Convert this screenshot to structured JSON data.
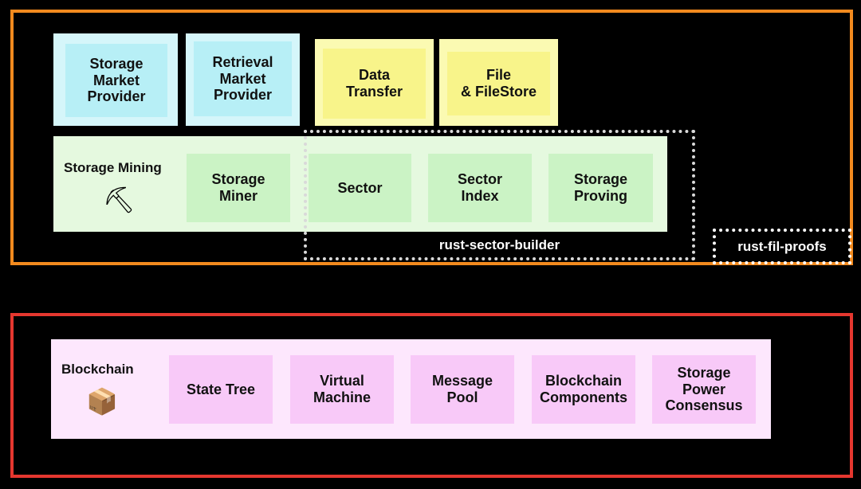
{
  "diagram": {
    "top_components": [
      {
        "label": "Storage\nMarket\nProvider"
      },
      {
        "label": "Retrieval\nMarket\nProvider"
      },
      {
        "label": "Data\nTransfer"
      },
      {
        "label": "File\n& FileStore"
      }
    ],
    "storage_mining": {
      "title": "Storage Mining",
      "icon": "pick-icon",
      "items": [
        {
          "label": "Storage\nMiner"
        },
        {
          "label": "Sector"
        },
        {
          "label": "Sector\nIndex"
        },
        {
          "label": "Storage\nProving"
        }
      ]
    },
    "rust_sector_builder": {
      "label": "rust-sector-builder"
    },
    "rust_fil_proofs": {
      "label": "rust-fil-proofs"
    },
    "blockchain": {
      "title": "Blockchain",
      "icon": "package-icon",
      "items": [
        {
          "label": "State Tree"
        },
        {
          "label": "Virtual\nMachine"
        },
        {
          "label": "Message\nPool"
        },
        {
          "label": "Blockchain\nComponents"
        },
        {
          "label": "Storage\nPower\nConsensus"
        }
      ]
    },
    "colors": {
      "orange_frame": "#f28a1e",
      "red_frame": "#e5372f",
      "blue": "#b7eff6",
      "yellow": "#f8f48a",
      "green": "#cbf3c5",
      "pink": "#f8c9f8"
    }
  }
}
